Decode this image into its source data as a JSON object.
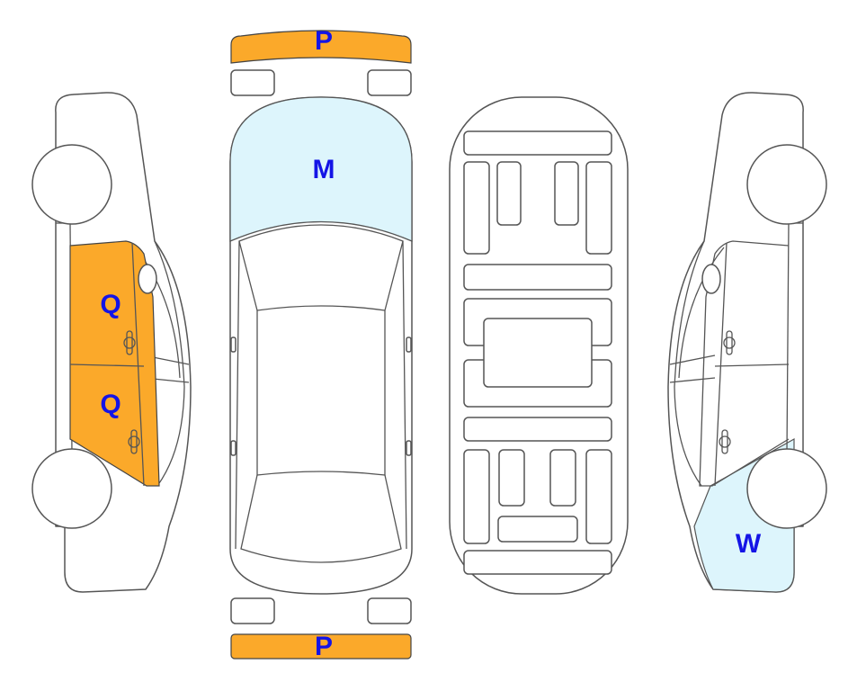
{
  "colors": {
    "damage_orange": "#FBA92A",
    "damage_blue": "#DDF5FC",
    "label": "#1414E6",
    "outline": "#555555"
  },
  "labels": {
    "front_bumper": "P",
    "rear_bumper": "P",
    "hood": "M",
    "left_front_door": "Q",
    "left_rear_door": "Q",
    "right_rear_fender": "W"
  }
}
